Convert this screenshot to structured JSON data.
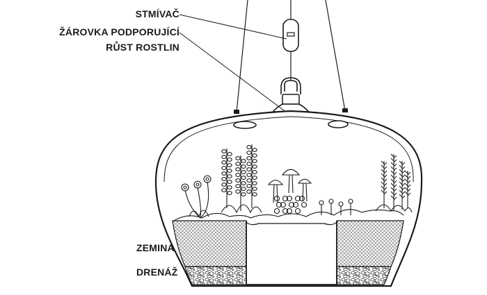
{
  "labels": {
    "dimmer": "STMÍVAČ",
    "bulb_line1": "ŽÁROVKA PODPORUJÍCÍ",
    "bulb_line2": "RŮST ROSTLIN",
    "soil": "ZEMINA",
    "drainage": "DRENÁŽ"
  },
  "colors": {
    "line": "#1a1a1a",
    "background": "#ffffff",
    "soil_hatch": "#555555"
  },
  "icons": [
    "dimmer-switch-icon",
    "plant-grow-bulb-icon",
    "plants-illustration"
  ]
}
